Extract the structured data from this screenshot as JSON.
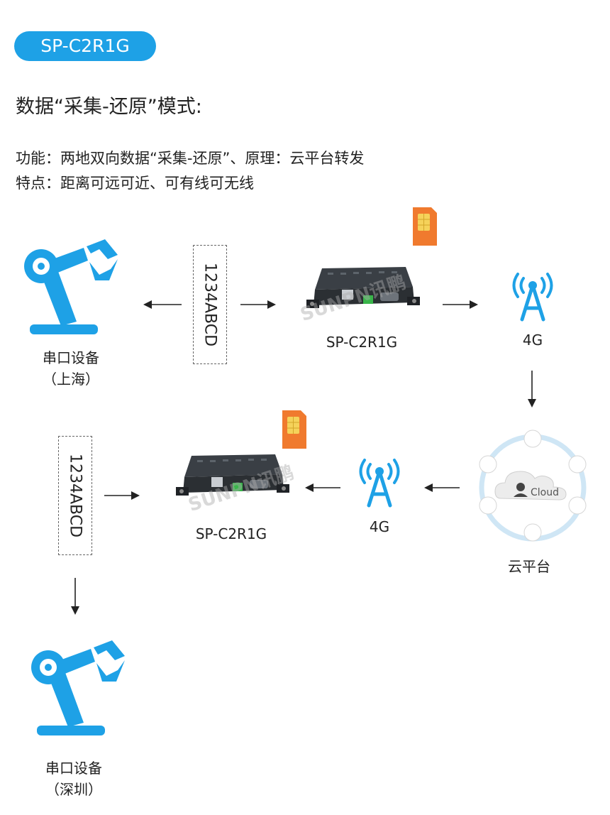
{
  "title_badge": "SP-C2R1G",
  "heading": "数据“采集-还原”模式:",
  "desc": {
    "line1": "功能：两地双向数据“采集-还原”、原理：云平台转发",
    "line2": "特点：距离可远可近、可有线可无线"
  },
  "nodes": {
    "device_top": {
      "name": "串口设备",
      "location": "（上海）"
    },
    "data_top": "1234ABCD",
    "gateway_top": "SP-C2R1G",
    "antenna_top": "4G",
    "cloud": {
      "name": "云平台",
      "center_text": "Cloud"
    },
    "antenna_bottom": "4G",
    "gateway_bottom": "SP-C2R1G",
    "data_bottom": "1234ABCD",
    "device_bottom": {
      "name": "串口设备",
      "location": "（深圳）"
    }
  },
  "watermark": "SUNPN讯鹏",
  "colors": {
    "accent": "#1ea1e6",
    "sim": "#f07a2e",
    "cloud_ring": "#cfe6f5",
    "gateway": "#2b2f33"
  },
  "icons": [
    "robot-arm-icon",
    "sim-card-icon",
    "antenna-4g-icon",
    "cloud-platform-icon",
    "gateway-device-icon"
  ]
}
